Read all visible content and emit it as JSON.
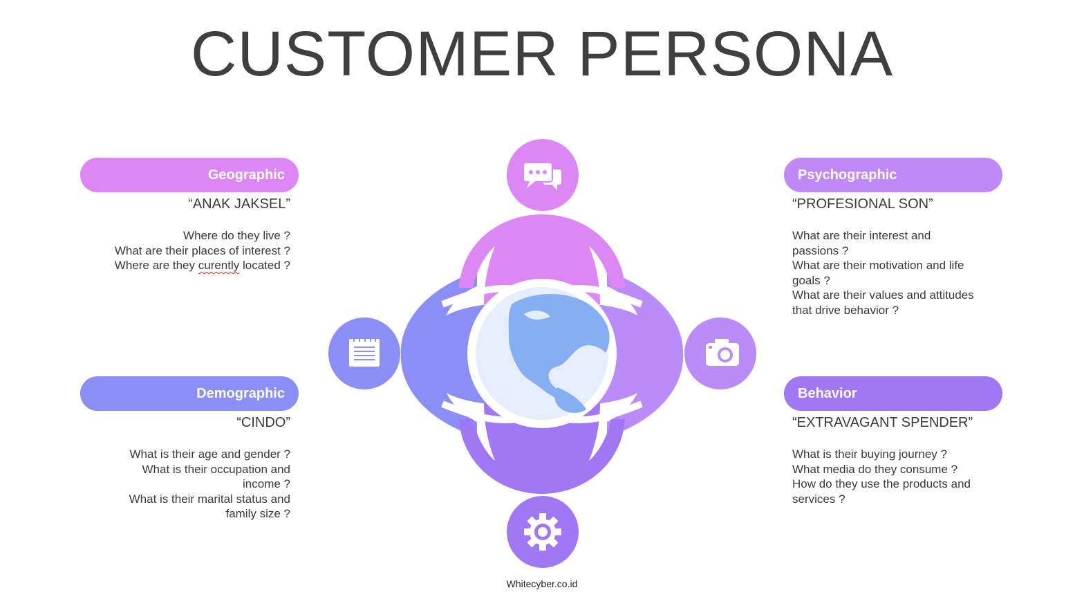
{
  "title": "CUSTOMER PERSONA",
  "footer": "Whitecyber.co.id",
  "colors": {
    "pink": "#dd87f5",
    "violet_light": "#bf8af8",
    "periwinkle": "#8b8ff5",
    "purple": "#a078f6",
    "globe_water": "#e6eefb",
    "globe_land": "#86aef2"
  },
  "segments": {
    "geographic": {
      "label": "Geographic",
      "persona": "“ANAK JAKSEL”",
      "q1": "Where do they live ?",
      "q2": "What are their places of interest ?",
      "q3_pre": "Where are they ",
      "q3_word": "curently",
      "q3_post": " located ?"
    },
    "psychographic": {
      "label": "Psychographic",
      "persona": "“PROFESIONAL SON”",
      "lines": [
        "What are their interest and",
        "passions ?",
        "What are their motivation and life",
        "goals ?",
        "What are their values and attitudes",
        "that drive behavior ?"
      ]
    },
    "demographic": {
      "label": "Demographic",
      "persona": "“CINDO”",
      "lines": [
        "What is their age and gender ?",
        "What is their occupation and",
        "income ?",
        "What is their marital status and",
        "family size ?"
      ]
    },
    "behavior": {
      "label": "Behavior",
      "persona": "“EXTRAVAGANT SPENDER”",
      "lines": [
        "What is their buying journey ?",
        "What media do they consume ?",
        "How do they use the products and",
        "services ?"
      ]
    }
  },
  "icons": {
    "top": "chat-bubbles-icon",
    "left": "notepad-icon",
    "right": "camera-icon",
    "bottom": "gear-icon",
    "center": "globe-icon"
  }
}
